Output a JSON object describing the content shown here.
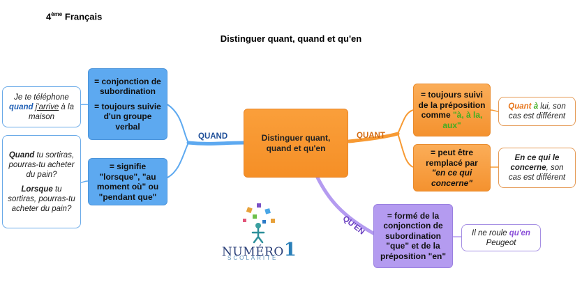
{
  "header": {
    "level": "4",
    "level_sup": "ème",
    "subject": "Français"
  },
  "title": "Distinguer quant, quand et qu'en",
  "center": {
    "label": "Distinguer quant, quand et qu'en"
  },
  "branches": {
    "quand": "QUAND",
    "quant": "QUANT",
    "quen": "QU'EN"
  },
  "quand": {
    "box1": {
      "line1": "= conjonction de subordination",
      "line2": "= toujours suivie d'un groupe verbal"
    },
    "box2": {
      "text": "= signifie \"lorsque\", \"au moment où\" ou \"pendant que\""
    },
    "note1": {
      "pre": "Je te téléphone ",
      "kw": "quand",
      "mid": " ",
      "verb": "j'arrive",
      "post": " à la maison"
    },
    "note2": {
      "kw1": "Quand",
      "text1": " tu sortiras, pourras-tu acheter du pain?",
      "kw2": "Lorsque",
      "text2": " tu sortiras, pourras-tu acheter du pain?"
    }
  },
  "quant": {
    "box1": {
      "pre": "= toujours suivi de la préposition comme ",
      "kw": "\"à, à la, aux\""
    },
    "box2": {
      "pre": "= peut être remplacé par ",
      "kw": "\"en ce qui concerne\""
    },
    "note1": {
      "kw": "Quant",
      "kw2": "à",
      "post": " lui, son cas est différent"
    },
    "note2": {
      "kw": "En ce qui le concerne",
      "post": ", son cas est différent"
    }
  },
  "quen": {
    "box1": {
      "text": "= formé de la conjonction de subordination \"que\" et de la préposition \"en\""
    },
    "note1": {
      "pre": "Il ne roule ",
      "kw": "qu'en",
      "post": " Peugeot"
    }
  },
  "logo": {
    "word": "NUMÉRO",
    "digit": "1",
    "sub": "SCOLARITÉ"
  },
  "colors": {
    "quand": "#5da9f0",
    "quant": "#f79a33",
    "quen": "#b49bf0"
  }
}
